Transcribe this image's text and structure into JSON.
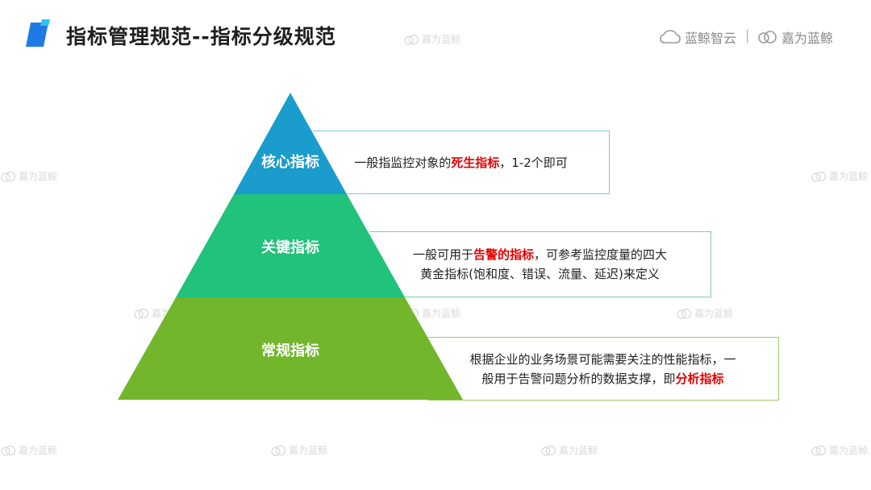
{
  "header": {
    "title": "指标管理规范--指标分级规范",
    "brand_left": "蓝鲸智云",
    "brand_separator": "|",
    "brand_right": "嘉为蓝鲸"
  },
  "watermark_text": "嘉为蓝鲸",
  "pyramid": {
    "levels": [
      {
        "label": "核心指标",
        "color": "#1a9ccc",
        "desc_lines": [
          [
            {
              "text": "一般指监控对象的"
            },
            {
              "text": "死生指标",
              "highlight": true
            },
            {
              "text": "，1-2个即可"
            }
          ]
        ]
      },
      {
        "label": "关键指标",
        "color": "#21c27a",
        "desc_lines": [
          [
            {
              "text": "一般可用于"
            },
            {
              "text": "告警的指标",
              "highlight": true
            },
            {
              "text": "，可参考监控度量的四大"
            }
          ],
          [
            {
              "text": "黄金指标(饱和度、错误、流量、延迟)来定义"
            }
          ]
        ]
      },
      {
        "label": "常规指标",
        "color": "#72b62c",
        "desc_lines": [
          [
            {
              "text": "根据企业的业务场景可能需要关注的性能指标，一"
            }
          ],
          [
            {
              "text": "般用于告警问题分析的数据支撑，即"
            },
            {
              "text": "分析指标",
              "highlight": true
            }
          ]
        ]
      }
    ]
  }
}
